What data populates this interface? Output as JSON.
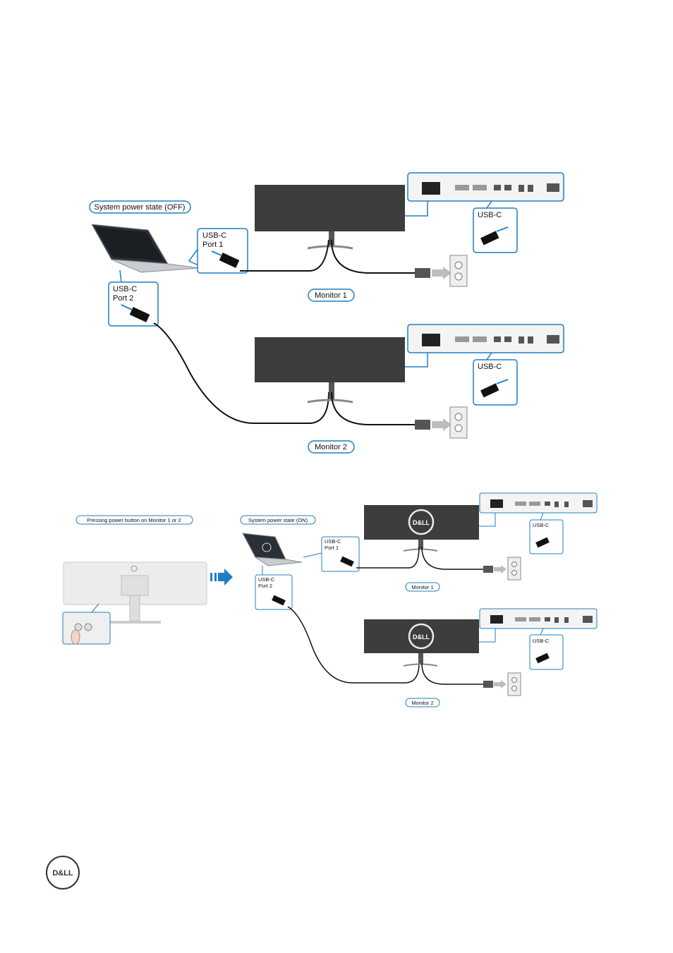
{
  "diagram_top": {
    "system_state_label": "System power state (OFF)",
    "port1_label": [
      "USB-C",
      "Port 1"
    ],
    "port2_label": [
      "USB-C",
      "Port 2"
    ],
    "monitor1_usbc_label": "USB-C",
    "monitor2_usbc_label": "USB-C",
    "monitor1_label": "Monitor 1",
    "monitor2_label": "Monitor 2"
  },
  "diagram_bottom": {
    "pressing_label": "Pressing power button on Monitor 1 or 2",
    "system_state_label": "System power state (ON)",
    "port1_label": [
      "USB-C",
      "Port 1"
    ],
    "port2_label": [
      "USB-C",
      "Port 2"
    ],
    "monitor1_usbc_label": "USB-C",
    "monitor2_usbc_label": "USB-C",
    "monitor1_label": "Monitor 1",
    "monitor2_label": "Monitor 2",
    "monitor_logo": "D&LL"
  },
  "footer": {
    "logo_text": "D&LL"
  },
  "colors": {
    "callout_blue": "#1f7fc4",
    "monitor_dark": "#3d3d3d",
    "arrow_blue": "#1f7fc4"
  }
}
